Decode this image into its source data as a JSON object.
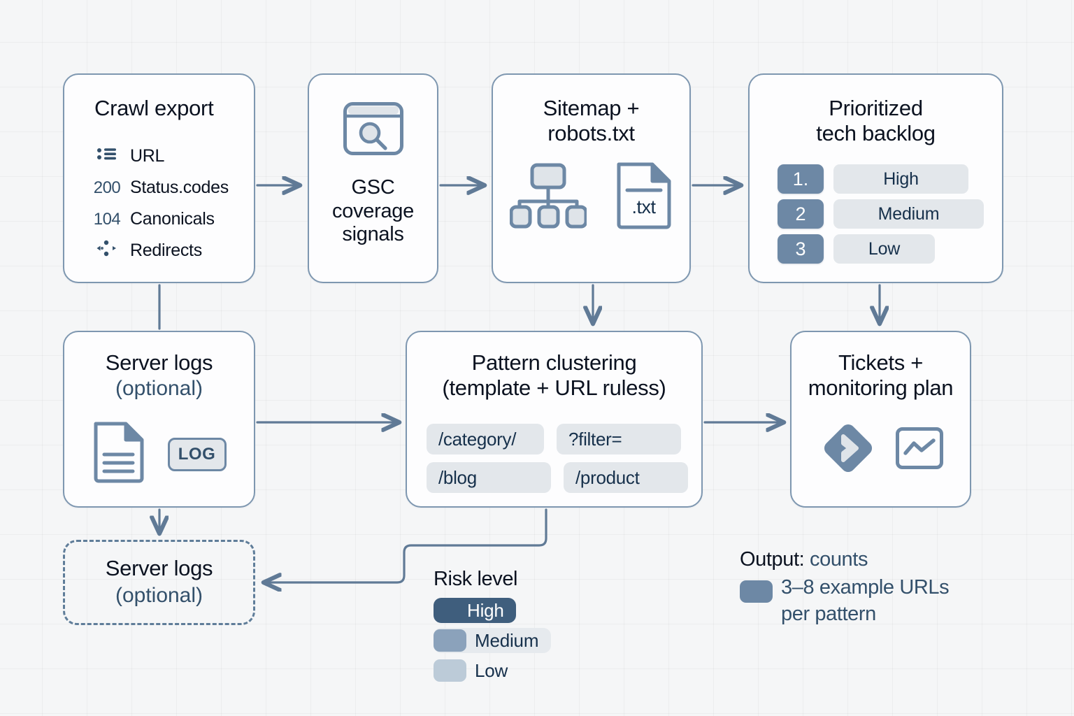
{
  "colors": {
    "background": "#f5f6f7",
    "card_border": "#7e97b0",
    "card_fill": "#fdfdfe",
    "accent_blue": "#6d88a5",
    "accent_dark": "#3f5e7d",
    "chip_grey": "#e3e7eb",
    "text_dark": "#0b1220",
    "text_blue": "#33506b",
    "wire": "#607a96"
  },
  "crawl_export": {
    "title": "Crawl export",
    "rows": [
      {
        "key": "list-icon",
        "key_text": "",
        "label": "URL"
      },
      {
        "key": "text",
        "key_text": "200",
        "label": "Status.codes"
      },
      {
        "key": "text",
        "key_text": "104",
        "label": "Canonicals"
      },
      {
        "key": "redirect-icon",
        "key_text": "",
        "label": "Redirects"
      }
    ]
  },
  "gsc": {
    "title": "GSC\ncoverage\nsignals",
    "icon": "browser-search-icon"
  },
  "sitemap": {
    "title": "Sitemap +\nrobots.txt",
    "icons": [
      "sitemap-tree-icon",
      "txt-file-icon"
    ],
    "file_label": ".txt"
  },
  "backlog": {
    "title": "Prioritized\ntech backlog",
    "items": [
      {
        "num": "1.",
        "label": "High"
      },
      {
        "num": "2",
        "label": "Medium"
      },
      {
        "num": "3",
        "label": "Low"
      }
    ]
  },
  "server_logs": {
    "title": "Server logs",
    "subtitle": "(optional)",
    "icons": [
      "document-lines-icon",
      "log-badge"
    ],
    "badge_label": "LOG"
  },
  "server_logs_dashed": {
    "title": "Server logs",
    "subtitle": "(optional)"
  },
  "pattern_clustering": {
    "title": "Pattern clustering\n(template + URL ruless)",
    "tags": [
      "/category/",
      "?filter=",
      "/blog",
      "/product"
    ]
  },
  "tickets": {
    "title": "Tickets +\nmonitoring plan",
    "icons": [
      "jira-diamond-icon",
      "trend-chart-icon"
    ]
  },
  "risk_legend": {
    "title": "Risk level",
    "items": [
      {
        "label": "High",
        "color": "#3f5e7d"
      },
      {
        "label": "Medium",
        "color": "#8ba2bb"
      },
      {
        "label": "Low",
        "color": "#bccbd8"
      }
    ]
  },
  "output_note": {
    "prefix": "Output:",
    "emphasis": "counts",
    "body": "3–8 example URLs\nper pattern",
    "swatch_color": "#6d88a5"
  }
}
